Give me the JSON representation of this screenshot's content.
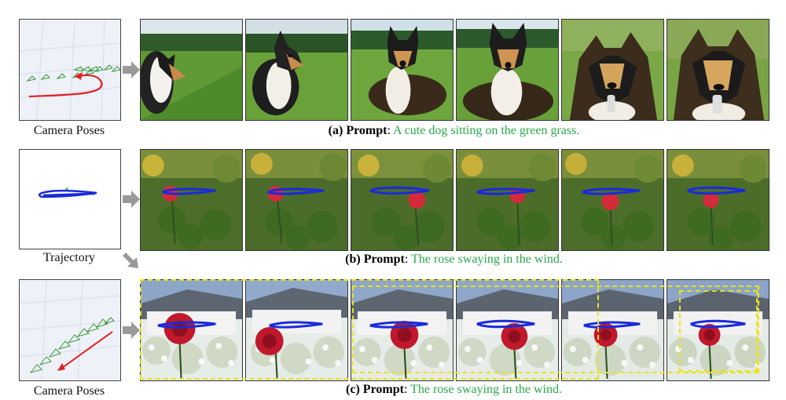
{
  "colors": {
    "prompt_green": "#2aa84a",
    "trajectory_blue": "#1b2bd8",
    "camera_red": "#e02020",
    "box_yellow": "#e9e31a"
  },
  "rows": [
    {
      "side_label": "Camera Poses",
      "caption_index": "(a)",
      "caption_keyword": "Prompt",
      "caption_text": "A cute dog sitting on the green grass."
    },
    {
      "side_label": "Trajectory",
      "caption_index": "(b)",
      "caption_keyword": "Prompt",
      "caption_text": "The rose swaying in the wind."
    },
    {
      "side_label": "Camera Poses",
      "caption_index": "(c)",
      "caption_keyword": "Prompt",
      "caption_text": "The rose swaying in the wind."
    }
  ]
}
